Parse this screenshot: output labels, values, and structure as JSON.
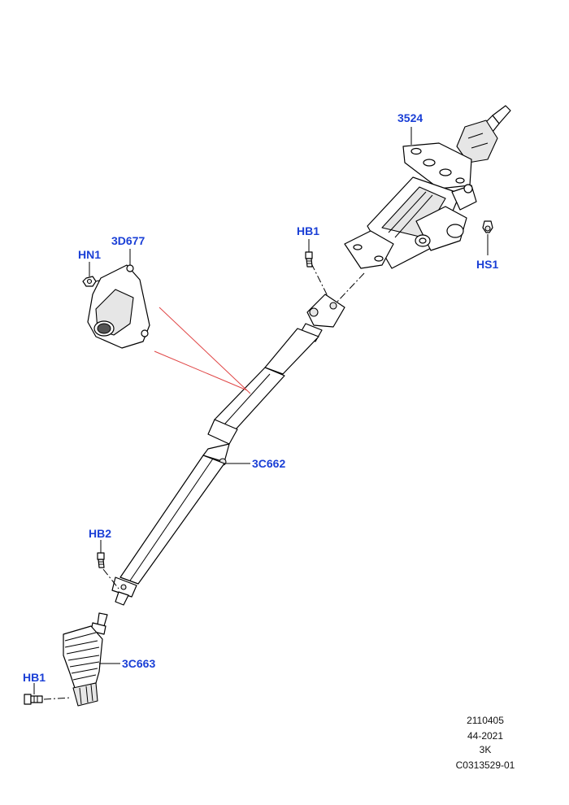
{
  "callouts": {
    "column": "3524",
    "bolt_top": "HB1",
    "screw": "HS1",
    "cover": "3D677",
    "nut": "HN1",
    "shaft": "3C662",
    "bolt_mid": "HB2",
    "boot": "3C663",
    "bolt_bottom": "HB1"
  },
  "reference": {
    "line1": "2110405",
    "line2": "44-2021",
    "line3": "3K",
    "line4": "C0313529-01"
  },
  "colors": {
    "callout_blue": "#1a3fd6",
    "leader_red": "#e04545"
  }
}
